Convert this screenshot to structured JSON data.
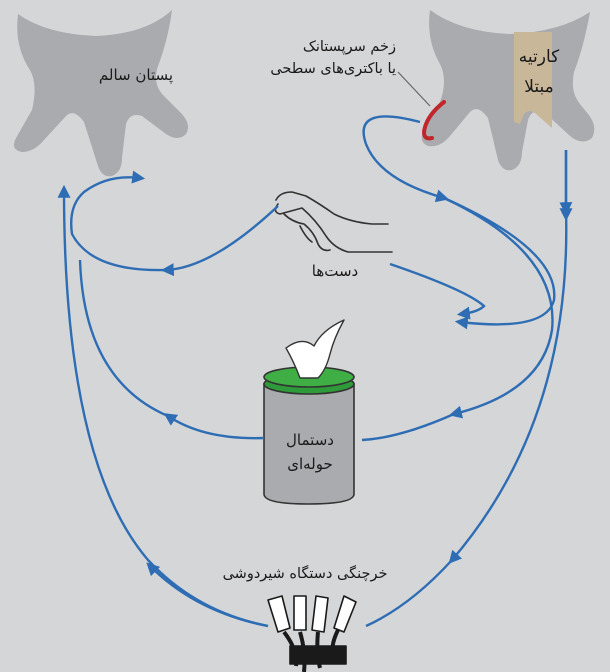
{
  "labels": {
    "healthy_quarter": "پستان سالم",
    "infected_quarter_line1": "کارتیه",
    "infected_quarter_line2": "مبتلا",
    "teat_wound_line1": "زخم سرپستانک",
    "teat_wound_line2": "یا باکتری‌های سطحی",
    "hands": "دست‌ها",
    "towel_line1": "دستمال",
    "towel_line2": "حوله‌ای",
    "milking_claw": "خرچنگی دستگاه شیردوشی"
  },
  "colors": {
    "background": "#d5d6d8",
    "udder": "#a9abaf",
    "infected_quarter": "#c9b79a",
    "arrows": "#2e6db4",
    "towel_lid": "#2e9a3a",
    "wound": "#c0262c"
  }
}
